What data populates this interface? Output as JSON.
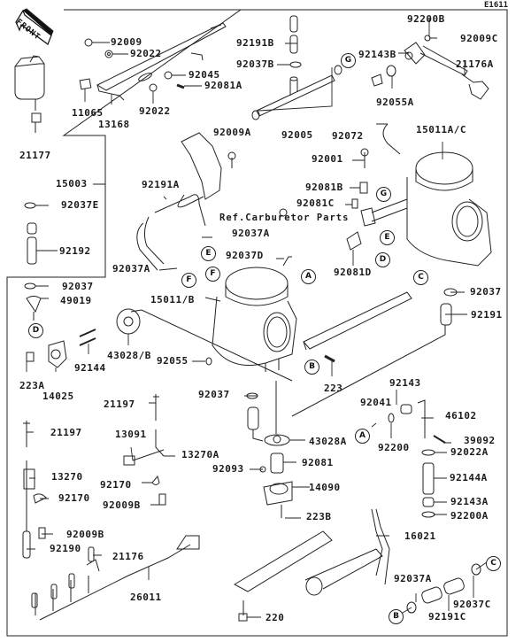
{
  "diagram": {
    "figure_code": "E1611",
    "front_indicator": "FRONT",
    "reference_note": "Ref.Carburetor Parts",
    "parts": [
      {
        "id": "p1",
        "label": "92009"
      },
      {
        "id": "p2",
        "label": "92022"
      },
      {
        "id": "p3",
        "label": "92045"
      },
      {
        "id": "p4",
        "label": "92081A"
      },
      {
        "id": "p5",
        "label": "11065"
      },
      {
        "id": "p6",
        "label": "92022"
      },
      {
        "id": "p7",
        "label": "13168"
      },
      {
        "id": "p8",
        "label": "21177"
      },
      {
        "id": "p9",
        "label": "92191B"
      },
      {
        "id": "p10",
        "label": "92037B"
      },
      {
        "id": "p11",
        "label": "92009A"
      },
      {
        "id": "p12",
        "label": "92005"
      },
      {
        "id": "p13",
        "label": "92200B"
      },
      {
        "id": "p14",
        "label": "92009C"
      },
      {
        "id": "p15",
        "label": "92143B"
      },
      {
        "id": "p16",
        "label": "21176A"
      },
      {
        "id": "p17",
        "label": "92055A"
      },
      {
        "id": "p18",
        "label": "92072"
      },
      {
        "id": "p19",
        "label": "15011A/C"
      },
      {
        "id": "p20",
        "label": "92001"
      },
      {
        "id": "p21",
        "label": "15003"
      },
      {
        "id": "p22",
        "label": "92191A"
      },
      {
        "id": "p23",
        "label": "92081B"
      },
      {
        "id": "p24",
        "label": "92081C"
      },
      {
        "id": "p25",
        "label": "92037E"
      },
      {
        "id": "p26",
        "label": "92037A"
      },
      {
        "id": "p27",
        "label": "92192"
      },
      {
        "id": "p28",
        "label": "92037D"
      },
      {
        "id": "p29",
        "label": "92081D"
      },
      {
        "id": "p30",
        "label": "92037A"
      },
      {
        "id": "p31",
        "label": "92037"
      },
      {
        "id": "p32",
        "label": "15011/B"
      },
      {
        "id": "p33",
        "label": "92037"
      },
      {
        "id": "p34",
        "label": "49019"
      },
      {
        "id": "p35",
        "label": "92191"
      },
      {
        "id": "p36",
        "label": "43028/B"
      },
      {
        "id": "p37",
        "label": "92144"
      },
      {
        "id": "p38",
        "label": "92055"
      },
      {
        "id": "p39",
        "label": "223A"
      },
      {
        "id": "p40",
        "label": "14025"
      },
      {
        "id": "p41",
        "label": "223"
      },
      {
        "id": "p42",
        "label": "92037"
      },
      {
        "id": "p43",
        "label": "92143"
      },
      {
        "id": "p44",
        "label": "21197"
      },
      {
        "id": "p45",
        "label": "92041"
      },
      {
        "id": "p46",
        "label": "46102"
      },
      {
        "id": "p47",
        "label": "21197"
      },
      {
        "id": "p48",
        "label": "13091"
      },
      {
        "id": "p49",
        "label": "43028A"
      },
      {
        "id": "p50",
        "label": "92200"
      },
      {
        "id": "p51",
        "label": "39092"
      },
      {
        "id": "p52",
        "label": "13270A"
      },
      {
        "id": "p53",
        "label": "92022A"
      },
      {
        "id": "p54",
        "label": "13270"
      },
      {
        "id": "p55",
        "label": "92093"
      },
      {
        "id": "p56",
        "label": "92081"
      },
      {
        "id": "p57",
        "label": "92144A"
      },
      {
        "id": "p58",
        "label": "92170"
      },
      {
        "id": "p59",
        "label": "92170"
      },
      {
        "id": "p60",
        "label": "14090"
      },
      {
        "id": "p61",
        "label": "92009B"
      },
      {
        "id": "p62",
        "label": "92143A"
      },
      {
        "id": "p63",
        "label": "223B"
      },
      {
        "id": "p64",
        "label": "92200A"
      },
      {
        "id": "p65",
        "label": "92009B"
      },
      {
        "id": "p66",
        "label": "16021"
      },
      {
        "id": "p67",
        "label": "92190"
      },
      {
        "id": "p68",
        "label": "21176"
      },
      {
        "id": "p69",
        "label": "26011"
      },
      {
        "id": "p70",
        "label": "92037A"
      },
      {
        "id": "p71",
        "label": "92037C"
      },
      {
        "id": "p72",
        "label": "92191C"
      },
      {
        "id": "p73",
        "label": "220"
      }
    ],
    "connectors": [
      "A",
      "B",
      "C",
      "D",
      "E",
      "F",
      "G"
    ]
  }
}
